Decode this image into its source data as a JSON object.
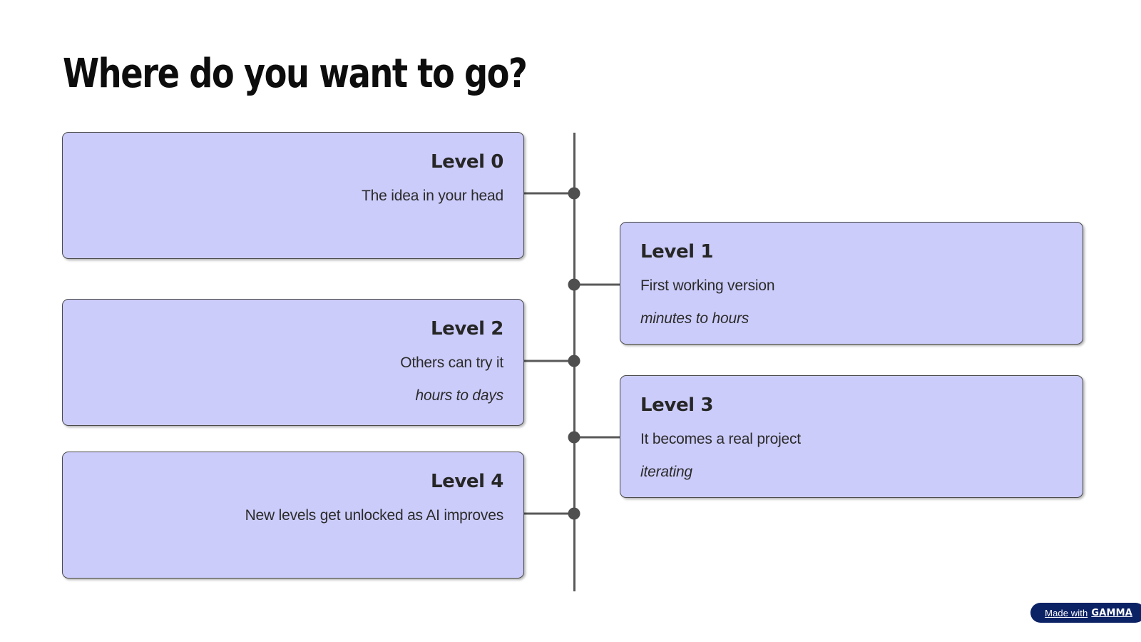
{
  "slide": {
    "title": "Where do you want to go?",
    "background_color": "#FFFFFF"
  },
  "theme": {
    "card_fill": "#CCCCFB",
    "card_border": "#4A4A4A",
    "text_color": "#2B2B2B",
    "timeline_color": "#595959",
    "badge_background": "#0B2265",
    "badge_text": "#FFFFFF"
  },
  "timeline": {
    "orientation": "vertical",
    "nodes": [
      {
        "id": "level-0",
        "side": "left",
        "heading": "Level 0",
        "body": "The idea in your head",
        "note": ""
      },
      {
        "id": "level-1",
        "side": "right",
        "heading": "Level 1",
        "body": "First working version",
        "note": "minutes to hours"
      },
      {
        "id": "level-2",
        "side": "left",
        "heading": "Level 2",
        "body": "Others can try it",
        "note": "hours to days"
      },
      {
        "id": "level-3",
        "side": "right",
        "heading": "Level 3",
        "body": "It becomes a real project",
        "note": "iterating"
      },
      {
        "id": "level-4",
        "side": "left",
        "heading": "Level 4",
        "body": "New levels get unlocked as AI improves",
        "note": ""
      }
    ]
  },
  "badge": {
    "prefix": "Made with",
    "brand": "GAMMA"
  }
}
